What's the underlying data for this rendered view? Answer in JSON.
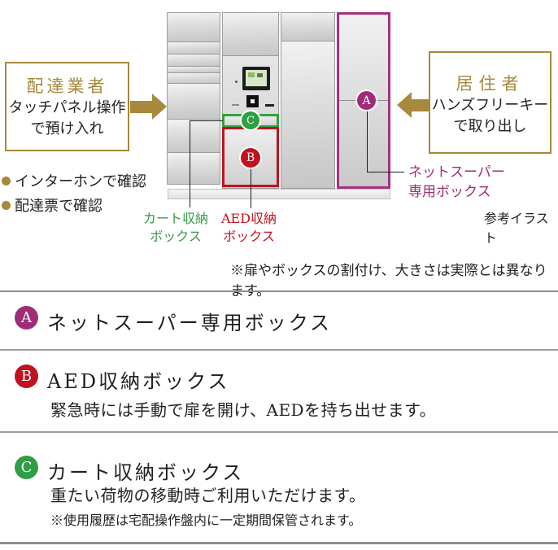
{
  "illustration": {
    "left_box": {
      "title": "配達業者",
      "line1": "タッチパネル操作",
      "line2": "で預け入れ"
    },
    "left_bullets": [
      "インターホンで確認",
      "配達票で確認"
    ],
    "right_box": {
      "title": "居住者",
      "line1": "ハンズフリーキー",
      "line2": "で取り出し"
    },
    "badges": {
      "a": "A",
      "b": "B",
      "c": "C"
    },
    "labels": {
      "cart_line1": "カート収納",
      "cart_line2": "ボックス",
      "aed_line1": "AED収納",
      "aed_line2": "ボックス",
      "netsuper_line1": "ネットスーパー",
      "netsuper_line2": "専用ボックス",
      "reference": "参考イラスト",
      "disclaimer": "※扉やボックスの割付け、大きさは実際とは異なります。"
    }
  },
  "legend": {
    "rows": [
      {
        "badge": "A",
        "title": "ネットスーパー専用ボックス",
        "desc": "",
        "note": ""
      },
      {
        "badge": "B",
        "title": "AED収納ボックス",
        "desc": "緊急時には手動で扉を開け、AEDを持ち出せます。",
        "note": ""
      },
      {
        "badge": "C",
        "title": "カート収納ボックス",
        "desc": "重たい荷物の移動時ご利用いただけます。",
        "note": "※使用履歴は宅配操作盤内に一定期間保管されます。"
      }
    ]
  },
  "colors": {
    "gold": "#A6893B",
    "magenta": "#A02C78",
    "red": "#C1121F",
    "green": "#2F9E45"
  }
}
